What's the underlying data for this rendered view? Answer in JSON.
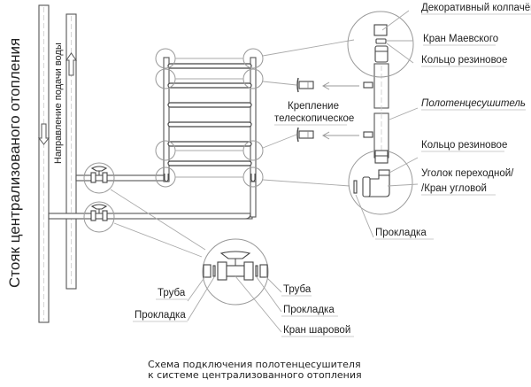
{
  "title": "Схема подключения полотенцесушителя к системе централизованного отопления",
  "caption": {
    "line1": "Схема подключения полотенцесушителя",
    "line2": "к системе централизованного отопления"
  },
  "riser_label": "Стояк централизованого отопления",
  "flow_direction_label": "Направление подачи воды",
  "labels": {
    "decorative_cap": "Декоративный колпачёк",
    "mayevsky_valve": "Кран Маевского",
    "rubber_ring_top": "Кольцо резиновое",
    "towel_dryer": "Полотенцесушитель",
    "rubber_ring_bottom": "Кольцо резиновое",
    "adapter_corner_line1": "Уголок переходной/",
    "adapter_corner_line2": "/Кран угловой",
    "gasket_right": "Прокладка",
    "telescopic_mount_line1": "Крепление",
    "telescopic_mount_line2": "телескопическое",
    "pipe_left": "Труба",
    "gasket_left": "Прокладка",
    "pipe_right": "Труба",
    "gasket_bottom_right": "Прокладка",
    "ball_valve": "Кран шаровой"
  },
  "colors": {
    "line": "#444444",
    "leader": "#aaaaaa",
    "text": "#222222",
    "background": "#ffffff"
  }
}
